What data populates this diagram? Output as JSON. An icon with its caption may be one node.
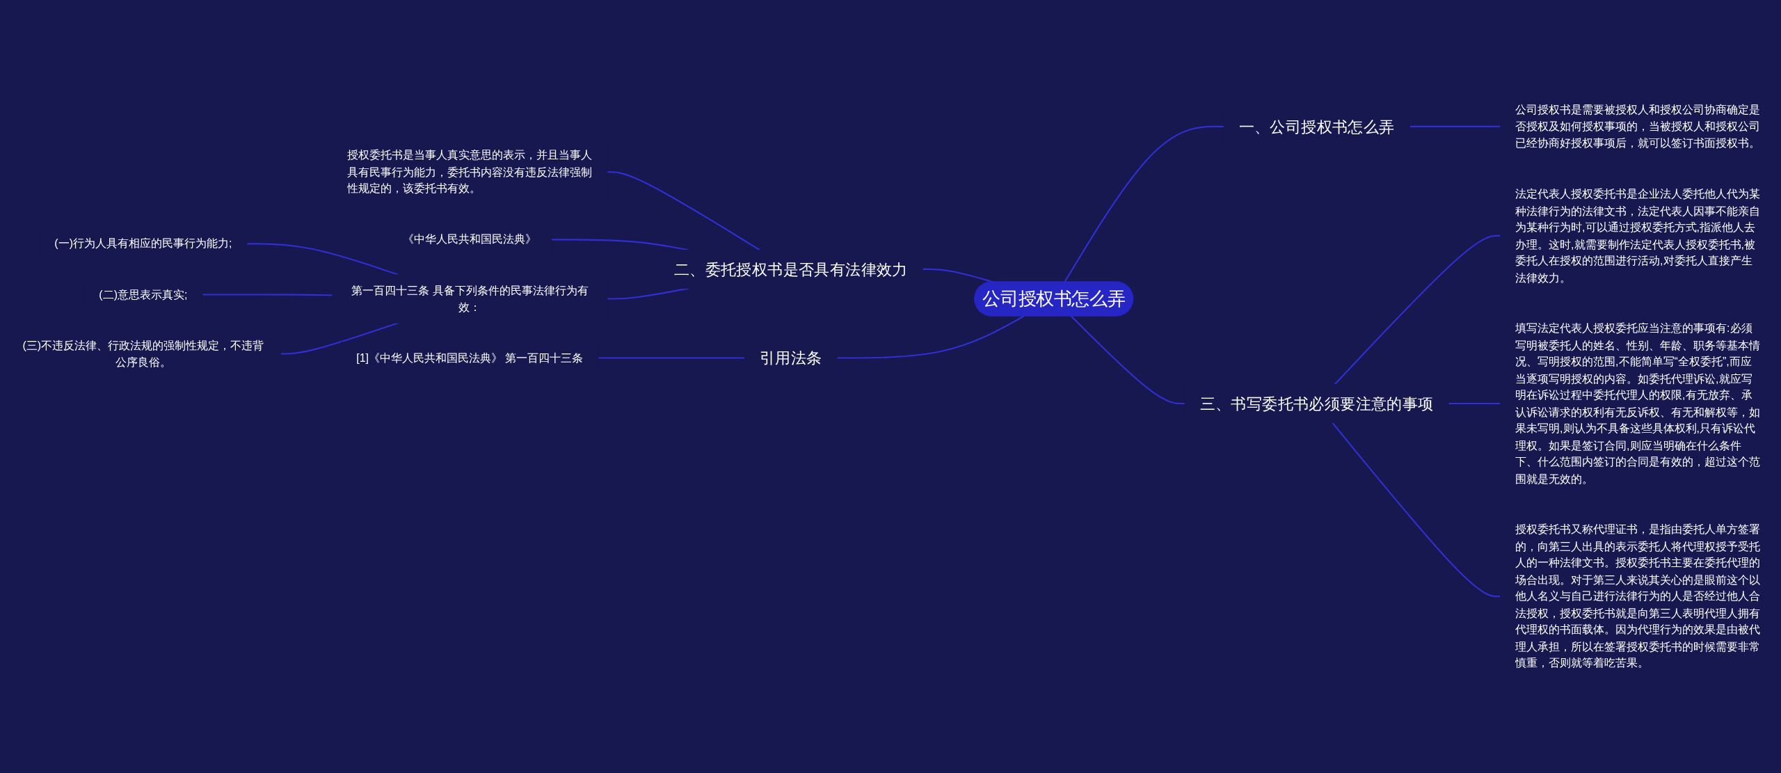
{
  "diagram": {
    "nodes": [
      {
        "text": [
          "公司授权书怎么弄"
        ]
      },
      {
        "text": [
          "一、公司授权书怎么弄"
        ]
      },
      {
        "text": [
          "公司授权书是需要被授权人和授权公司协商确定是否授权及如何授权事项的，当被授权人和授权公司已经协商好授权事项后，就可以签订书面授权书。"
        ]
      },
      {
        "text": [
          "二、委托授权书是否具有法律效力"
        ]
      },
      {
        "text": [
          "授权委托书是当事人真实意思的表示，并且当事人具有民事行为能力，委托书内容没有违反法律强制性规定的，该委托书有效。"
        ]
      },
      {
        "text": [
          "《中华人民共和国民法典》"
        ]
      },
      {
        "text": [
          "第一百四十三条 具备下列条件的民事法律行为有效："
        ]
      },
      {
        "text": [
          "(一)行为人具有相应的民事行为能力;"
        ]
      },
      {
        "text": [
          "(二)意思表示真实;"
        ]
      },
      {
        "text": [
          "(三)不违反法律、行政法规的强制性规定，不违背公序良俗。"
        ]
      },
      {
        "text": [
          "三、书写委托书必须要注意的事项"
        ]
      },
      {
        "text": [
          "法定代表人授权委托书是企业法人委托他人代为某种法律行为的法律文书，法定代表人因事不能亲自为某种行为时,可以通过授权委托方式,指派他人去办理。这时,就需要制作法定代表人授权委托书,被委托人在授权的范围进行活动,对委托人直接产生法律效力。"
        ]
      },
      {
        "text": [
          "填写法定代表人授权委托应当注意的事项有:必须写明被委托人的姓名、性别、年龄、职务等基本情况、写明授权的范围,不能简单写“全权委托”,而应当逐项写明授权的内容。如委托代理诉讼,就应写明在诉讼过程中委托代理人的权限,有无放弃、承认诉讼请求的权利有无反诉权、有无和解权等，如果未写明,则认为不具备这些具体权利,只有诉讼代理权。如果是签订合同,则应当明确在什么条件下、什么范围内签订的合同是有效的，超过这个范围就是无效的。"
        ]
      },
      {
        "text": [
          "授权委托书又称代理证书，是指由委托人单方签署的，向第三人出具的表示委托人将代理权授予受托人的一种法律文书。授权委托书主要在委托代理的场合出现。对于第三人来说其关心的是眼前这个以他人名义与自己进行法律行为的人是否经过他人合法授权，授权委托书就是向第三人表明代理人拥有代理权的书面载体。因为代理行为的效果是由被代理人承担，所以在签署授权委托书的时候需要非常慎重，否则就等着吃苦果。"
        ]
      },
      {
        "text": [
          "引用法条"
        ]
      },
      {
        "text": [
          "[1]《中华人民共和国民法典》 第一百四十三条"
        ]
      }
    ],
    "edges": [
      {
        "from": 0,
        "to": 1,
        "arrow": "none"
      },
      {
        "from": 1,
        "to": 2,
        "arrow": "none"
      },
      {
        "from": 3,
        "to": 0,
        "arrow": "none"
      },
      {
        "from": 4,
        "to": 3,
        "arrow": "none"
      },
      {
        "from": 5,
        "to": 3,
        "arrow": "none"
      },
      {
        "from": 6,
        "to": 3,
        "arrow": "none"
      },
      {
        "from": 7,
        "to": 6,
        "arrow": "none"
      },
      {
        "from": 8,
        "to": 6,
        "arrow": "none"
      },
      {
        "from": 9,
        "to": 6,
        "arrow": "none"
      },
      {
        "from": 0,
        "to": 10,
        "arrow": "none"
      },
      {
        "from": 10,
        "to": 11,
        "arrow": "none"
      },
      {
        "from": 10,
        "to": 12,
        "arrow": "none"
      },
      {
        "from": 10,
        "to": 13,
        "arrow": "none"
      },
      {
        "from": 14,
        "to": 0,
        "arrow": "none"
      },
      {
        "from": 15,
        "to": 14,
        "arrow": "none"
      }
    ]
  }
}
